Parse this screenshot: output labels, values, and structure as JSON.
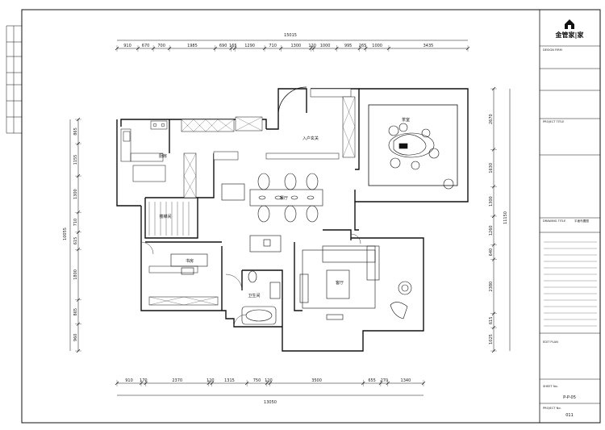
{
  "brand": {
    "name": "金管家|家",
    "logo_icon": "house-logo-icon"
  },
  "dims_top": {
    "overall": "15015",
    "segments": [
      "910",
      "670",
      "700",
      "1985",
      "690",
      "165",
      "1290",
      "710",
      "1300",
      "120",
      "1000",
      "995",
      "265",
      "1000",
      "3435"
    ]
  },
  "dims_bottom": {
    "overall": "13050",
    "segments": [
      "910",
      "170",
      "2370",
      "120",
      "1315",
      "750",
      "120",
      "3500",
      "655",
      "270",
      "1340"
    ]
  },
  "dims_left": {
    "overall": "10055",
    "segments": [
      "865",
      "1155",
      "1300",
      "710",
      "615",
      "1800",
      "865",
      "960"
    ]
  },
  "dims_right": {
    "overall": "11150",
    "segments": [
      "2670",
      "1630",
      "1300",
      "1260",
      "640",
      "2380",
      "615",
      "1025"
    ]
  },
  "rooms": {
    "entry": "入户玄关",
    "tea": "茶室",
    "kitchen": "厨房",
    "dining": "餐厅",
    "stair": "楼梯间",
    "study": "书房",
    "bath": "卫生间",
    "living": "客厅"
  },
  "title_block": {
    "company_en": "DESIGN FIRM",
    "project_label": "PROJECT TITLE",
    "drawing_label": "DRAWING TITLE",
    "drawing_value": "平面布置图",
    "sheet_label": "SHEET No.",
    "sheet_value": "P-P-05",
    "project_no_label": "PROJECT No.",
    "project_no_value": "011",
    "edit_label": "EDIT PLAN"
  }
}
